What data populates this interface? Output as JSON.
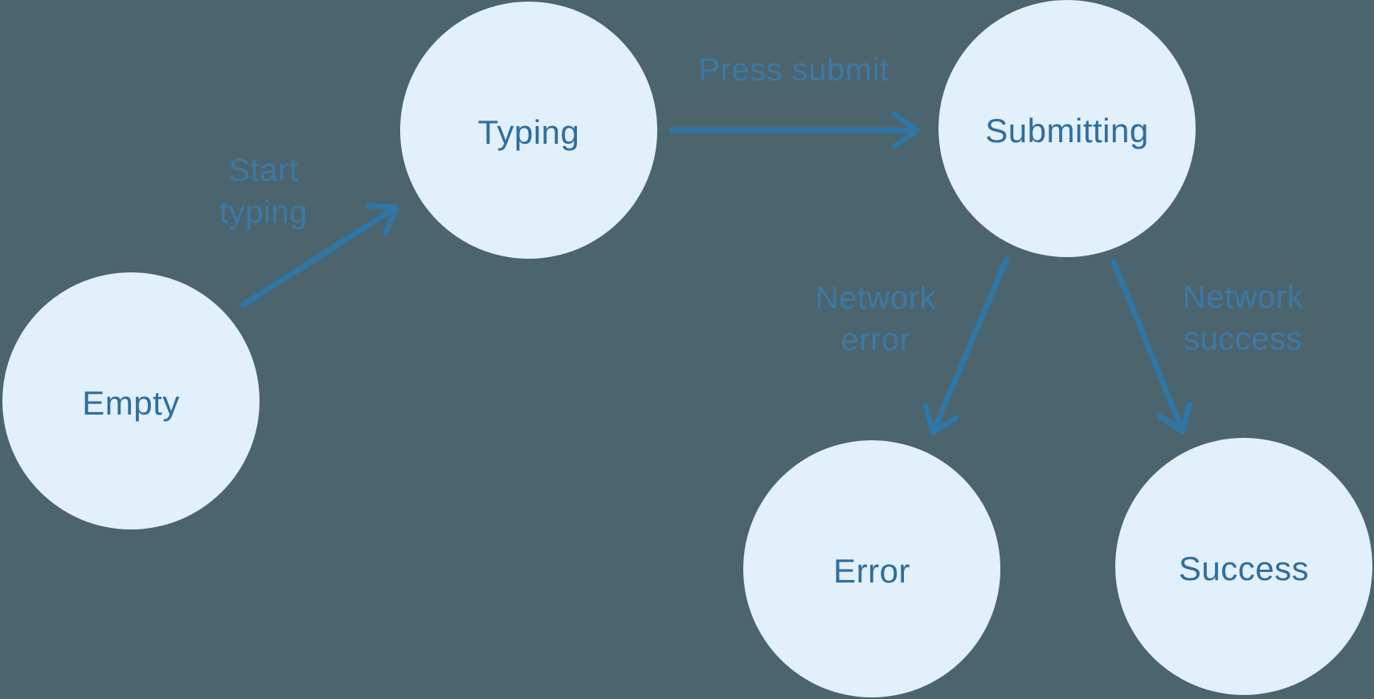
{
  "diagram": {
    "type": "state-machine",
    "nodes": [
      {
        "id": "empty",
        "label": "Empty"
      },
      {
        "id": "typing",
        "label": "Typing"
      },
      {
        "id": "submitting",
        "label": "Submitting"
      },
      {
        "id": "error",
        "label": "Error"
      },
      {
        "id": "success",
        "label": "Success"
      }
    ],
    "edges": [
      {
        "from": "empty",
        "to": "typing",
        "label": "Start typing"
      },
      {
        "from": "typing",
        "to": "submitting",
        "label": "Press submit"
      },
      {
        "from": "submitting",
        "to": "error",
        "label": "Network error"
      },
      {
        "from": "submitting",
        "to": "success",
        "label": "Network success"
      }
    ],
    "colors": {
      "background": "#4B646E",
      "node_fill": "#E2F0FB",
      "node_text": "#2E6E9E",
      "arrow": "#2F76A5",
      "edge_label": "#3B7DAC"
    }
  }
}
